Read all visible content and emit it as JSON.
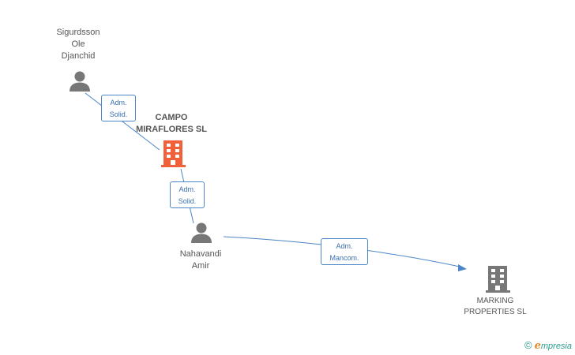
{
  "nodes": {
    "sigurdsson": {
      "name_lines": [
        "Sigurdsson",
        "Ole",
        "Djanchid"
      ],
      "icon": "person-icon"
    },
    "campo": {
      "name_lines": [
        "CAMPO",
        "MIRAFLORES SL"
      ],
      "icon": "building-icon",
      "color": "#f0613a"
    },
    "nahavandi": {
      "name_lines": [
        "Nahavandi",
        "Amir"
      ],
      "icon": "person-icon"
    },
    "marking": {
      "name_lines": [
        "MARKING",
        "PROPERTIES SL"
      ],
      "icon": "building-icon",
      "color": "#777777"
    }
  },
  "edges": [
    {
      "from": "sigurdsson",
      "to": "campo",
      "label_lines": [
        "Adm.",
        "Solid."
      ]
    },
    {
      "from": "nahavandi",
      "to": "campo",
      "label_lines": [
        "Adm.",
        "Solid."
      ]
    },
    {
      "from": "nahavandi",
      "to": "marking",
      "label_lines": [
        "Adm.",
        "Mancom."
      ]
    }
  ],
  "colors": {
    "edge": "#4a86c8",
    "person": "#777777",
    "label_text": "#3a6fb0"
  },
  "brand": {
    "copyright": "©",
    "initial": "e",
    "rest": "mpresia"
  }
}
